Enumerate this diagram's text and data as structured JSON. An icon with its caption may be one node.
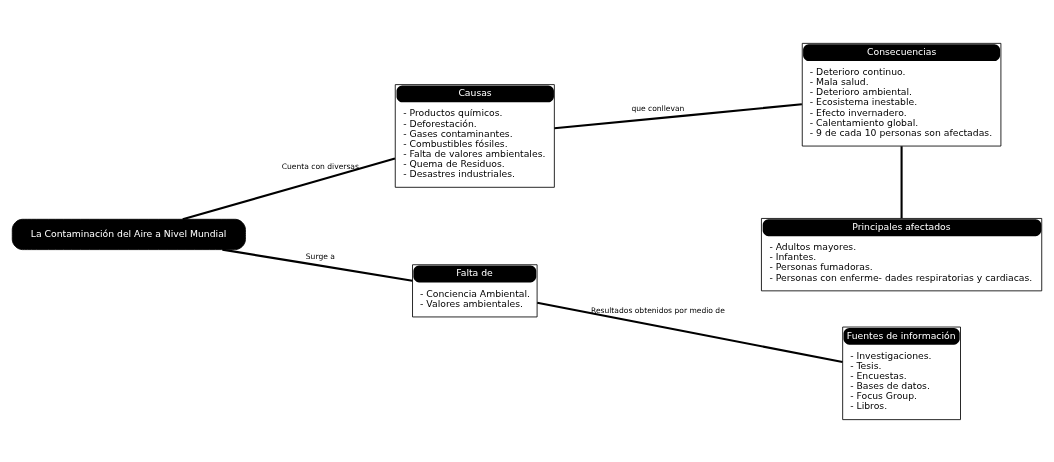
{
  "diagram": {
    "nodes": [
      {
        "text": [
          "La Contaminación del Aire a Nivel Mundial"
        ]
      },
      {
        "text": [
          "Causas",
          "- Productos químicos.",
          "- Deforestación.",
          "- Gases contaminantes.",
          "- Combustibles fósiles.",
          "- Falta de valores ambientales.",
          "- Quema de Residuos.",
          "- Desastres industriales."
        ]
      },
      {
        "text": [
          "Consecuencias",
          "- Deterioro continuo.",
          "- Mala salud.",
          "- Deterioro ambiental.",
          "- Ecosistema inestable.",
          "- Efecto invernadero.",
          "- Calentamiento global.",
          "- 9 de cada 10 personas son afectadas."
        ]
      },
      {
        "text": [
          "Falta de",
          "- Conciencia Ambiental.",
          "- Valores ambientales."
        ]
      },
      {
        "text": [
          "Fuentes de información",
          "- Investigaciones.",
          "- Tesis.",
          "- Encuestas.",
          "- Bases de datos.",
          "- Focus Group.",
          "- Libros."
        ]
      },
      {
        "text": [
          "Principales afectados",
          "- Adultos mayores.",
          "- Infantes.",
          "- Personas fumadoras.",
          "- Personas con enferme- dades respiratorias y cardiacas."
        ]
      }
    ],
    "edges": [
      {
        "from": 0,
        "to": 1,
        "arrow": "none",
        "label": "Cuenta con diversas"
      },
      {
        "from": 1,
        "to": 2,
        "arrow": "none",
        "label": "que conllevan"
      },
      {
        "from": 0,
        "to": 3,
        "arrow": "none",
        "label": "Surge a"
      },
      {
        "from": 3,
        "to": 4,
        "arrow": "none",
        "label": "Resultados obtenidos por medio de"
      },
      {
        "from": 2,
        "to": 5,
        "arrow": "none"
      }
    ]
  }
}
